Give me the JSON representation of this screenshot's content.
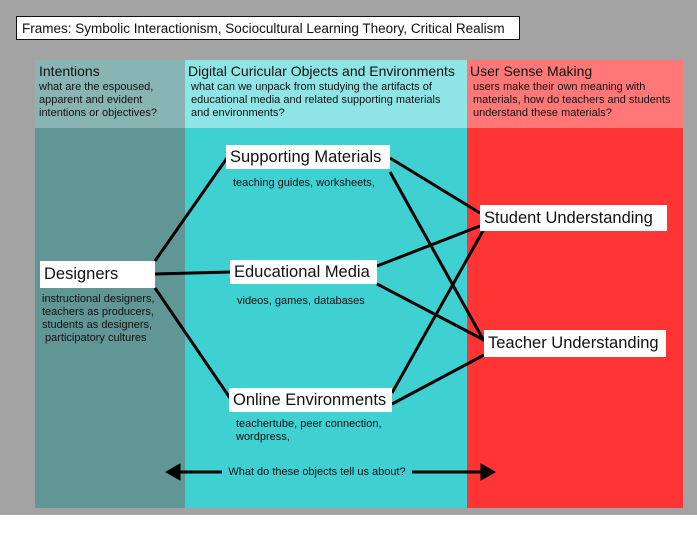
{
  "frames": "Frames: Symbolic Interactionism, Sociocultural Learning Theory, Critical Realism",
  "columns": {
    "intentions": {
      "title": "Intentions",
      "question": [
        "what are the espoused,",
        "apparent and evident",
        "intentions or objectives?"
      ]
    },
    "digital": {
      "title": "Digital Curicular Objects and Environments",
      "question": [
        "what can we unpack from studying the artifacts of",
        "educational media and related supporting materials",
        "and environments?"
      ]
    },
    "user": {
      "title": "User Sense Making",
      "question": [
        "users make their own meaning with",
        "materials, how do teachers and students",
        "understand these materials?"
      ]
    }
  },
  "nodes": {
    "designers": {
      "label": "Designers",
      "desc": [
        "instructional designers,",
        "teachers as producers,",
        "students as designers,",
        "participatory cultures"
      ]
    },
    "supporting": {
      "label": "Supporting Materials",
      "desc": [
        "teaching guides, worksheets,"
      ]
    },
    "media": {
      "label": "Educational Media",
      "desc": [
        "videos, games, databases"
      ]
    },
    "online": {
      "label": "Online Environments",
      "desc": [
        "teachertube, peer connection,",
        "wordpress,"
      ]
    },
    "student": {
      "label": "Student Understanding"
    },
    "teacher": {
      "label": "Teacher Understanding"
    }
  },
  "bottom": "What do these objects tell us about?",
  "colors": {
    "outer_bg": "#a3a3a3",
    "intentions_header": "#88b4b4",
    "intentions_body": "#619696",
    "digital_header": "#8fe5e6",
    "digital_body": "#3fd0d2",
    "user_header": "#ff7777",
    "user_body": "#ff3535",
    "lines": "#000000"
  }
}
